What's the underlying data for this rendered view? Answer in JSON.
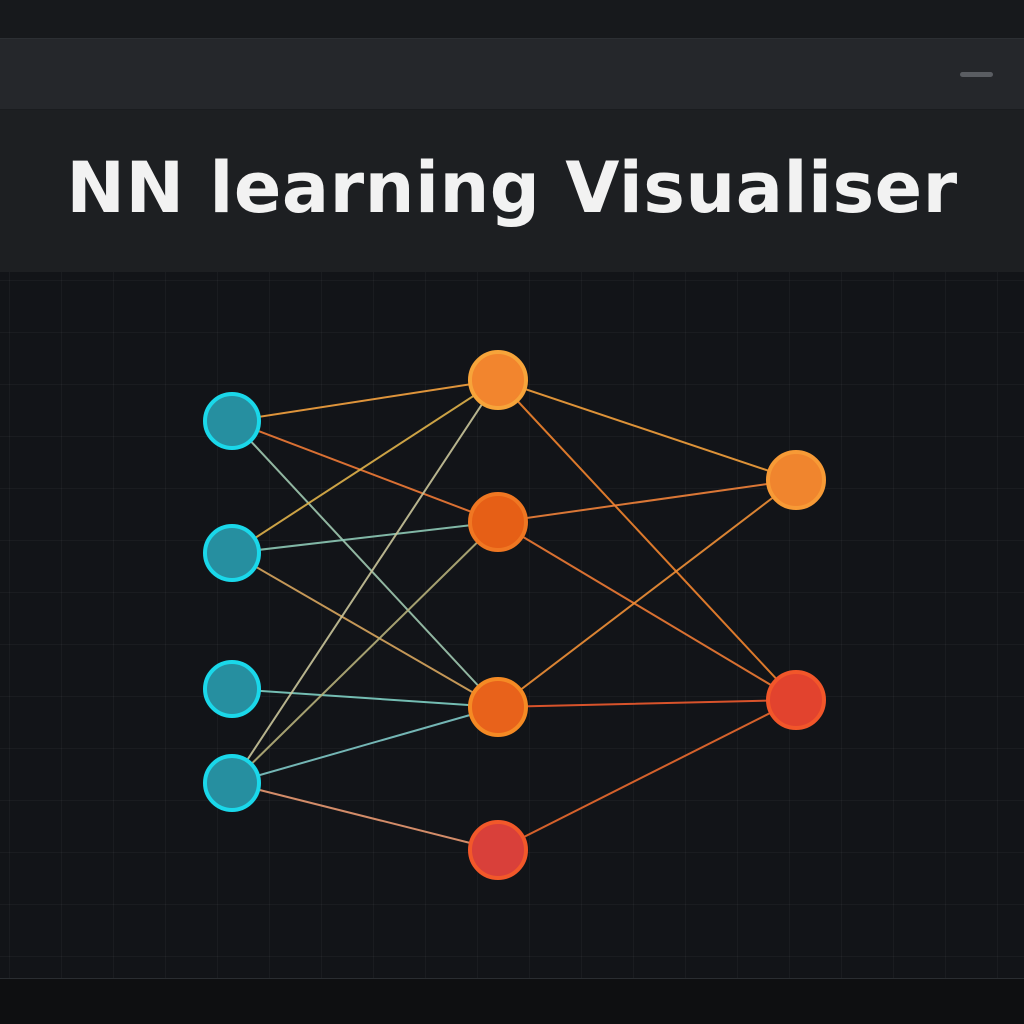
{
  "header": {
    "title": "NN learning Visualiser"
  },
  "window": {
    "controls": [
      "minimize-icon"
    ]
  },
  "colors": {
    "input_node_fill": "#268fa0",
    "input_node_stroke": "#1ad8ea",
    "hidden_warm": "#f28a2e",
    "hidden_mid": "#e8621b",
    "output_red": "#e0433a",
    "edge_cyan": "#5fc9c9",
    "edge_orange": "#f39a3a"
  },
  "network": {
    "layers": [
      {
        "name": "input",
        "nodes": [
          {
            "id": "i1",
            "fill": "#268fa0",
            "stroke": "#1ad8ea"
          },
          {
            "id": "i2",
            "fill": "#268fa0",
            "stroke": "#1ad8ea"
          },
          {
            "id": "i3",
            "fill": "#268fa0",
            "stroke": "#1ad8ea"
          },
          {
            "id": "i4",
            "fill": "#268fa0",
            "stroke": "#1ad8ea"
          }
        ]
      },
      {
        "name": "hidden",
        "nodes": [
          {
            "id": "h1",
            "fill": "#f2852e",
            "stroke": "#f7a43a"
          },
          {
            "id": "h2",
            "fill": "#e65f16",
            "stroke": "#f07722"
          },
          {
            "id": "h3",
            "fill": "#e8621b",
            "stroke": "#f58a24"
          },
          {
            "id": "h4",
            "fill": "#d9403a",
            "stroke": "#f2582a"
          }
        ]
      },
      {
        "name": "output",
        "nodes": [
          {
            "id": "o1",
            "fill": "#f0852e",
            "stroke": "#f79a36"
          },
          {
            "id": "o2",
            "fill": "#e2432e",
            "stroke": "#f2562a"
          }
        ]
      }
    ],
    "edges": [
      {
        "from": "i1",
        "to": "h1",
        "color": "#f5a23f"
      },
      {
        "from": "i1",
        "to": "h2",
        "color": "#ef7a36"
      },
      {
        "from": "i1",
        "to": "h3",
        "color": "#9fc8b0"
      },
      {
        "from": "i2",
        "to": "h1",
        "color": "#e0b24a"
      },
      {
        "from": "i2",
        "to": "h2",
        "color": "#8ec9b6"
      },
      {
        "from": "i2",
        "to": "h3",
        "color": "#d8a65e"
      },
      {
        "from": "i3",
        "to": "h3",
        "color": "#7fd0c4"
      },
      {
        "from": "i4",
        "to": "h1",
        "color": "#c9c59a"
      },
      {
        "from": "i4",
        "to": "h2",
        "color": "#b6b07a"
      },
      {
        "from": "i4",
        "to": "h3",
        "color": "#7fc8c6"
      },
      {
        "from": "i4",
        "to": "h4",
        "color": "#e89a72"
      },
      {
        "from": "h1",
        "to": "o1",
        "color": "#f3a03c"
      },
      {
        "from": "h1",
        "to": "o2",
        "color": "#f2842e"
      },
      {
        "from": "h2",
        "to": "o1",
        "color": "#f0823a"
      },
      {
        "from": "h2",
        "to": "o2",
        "color": "#ee7a34"
      },
      {
        "from": "h3",
        "to": "o1",
        "color": "#f09036"
      },
      {
        "from": "h3",
        "to": "o2",
        "color": "#ee5a2e"
      },
      {
        "from": "h4",
        "to": "o2",
        "color": "#ea6a2e"
      }
    ]
  }
}
